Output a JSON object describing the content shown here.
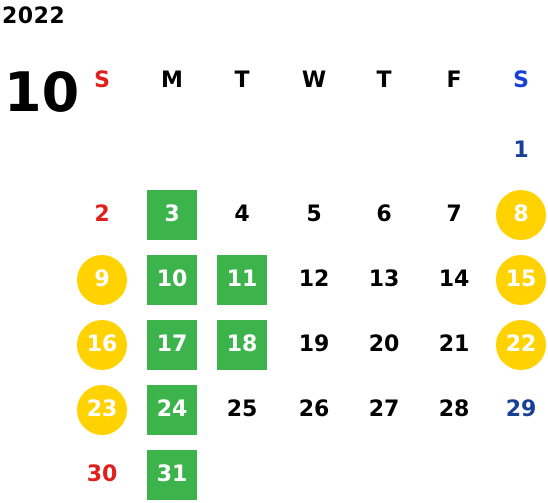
{
  "calendar": {
    "year": "2022",
    "month": "10",
    "weekdays": [
      {
        "label": "S",
        "color": "#e0201c"
      },
      {
        "label": "M",
        "color": "#000000"
      },
      {
        "label": "T",
        "color": "#000000"
      },
      {
        "label": "W",
        "color": "#000000"
      },
      {
        "label": "T",
        "color": "#000000"
      },
      {
        "label": "F",
        "color": "#000000"
      },
      {
        "label": "S",
        "color": "#1a3fd6"
      }
    ],
    "weeks": [
      [
        null,
        null,
        null,
        null,
        null,
        null,
        {
          "day": "1",
          "style": "sat"
        }
      ],
      [
        {
          "day": "2",
          "style": "sun"
        },
        {
          "day": "3",
          "style": "green"
        },
        {
          "day": "4",
          "style": "plain"
        },
        {
          "day": "5",
          "style": "plain"
        },
        {
          "day": "6",
          "style": "plain"
        },
        {
          "day": "7",
          "style": "plain"
        },
        {
          "day": "8",
          "style": "yellow"
        }
      ],
      [
        {
          "day": "9",
          "style": "yellow"
        },
        {
          "day": "10",
          "style": "green"
        },
        {
          "day": "11",
          "style": "green"
        },
        {
          "day": "12",
          "style": "plain"
        },
        {
          "day": "13",
          "style": "plain"
        },
        {
          "day": "14",
          "style": "plain"
        },
        {
          "day": "15",
          "style": "yellow"
        }
      ],
      [
        {
          "day": "16",
          "style": "yellow"
        },
        {
          "day": "17",
          "style": "green"
        },
        {
          "day": "18",
          "style": "green"
        },
        {
          "day": "19",
          "style": "plain"
        },
        {
          "day": "20",
          "style": "plain"
        },
        {
          "day": "21",
          "style": "plain"
        },
        {
          "day": "22",
          "style": "yellow"
        }
      ],
      [
        {
          "day": "23",
          "style": "yellow"
        },
        {
          "day": "24",
          "style": "green"
        },
        {
          "day": "25",
          "style": "plain"
        },
        {
          "day": "26",
          "style": "plain"
        },
        {
          "day": "27",
          "style": "plain"
        },
        {
          "day": "28",
          "style": "plain"
        },
        {
          "day": "29",
          "style": "sat"
        }
      ],
      [
        {
          "day": "30",
          "style": "sun"
        },
        {
          "day": "31",
          "style": "green"
        },
        null,
        null,
        null,
        null,
        null
      ]
    ],
    "colors": {
      "highlight_green": "#3cb44b",
      "highlight_yellow": "#ffd200",
      "sunday_red": "#e0201c",
      "saturday_blue": "#1a3f94"
    }
  }
}
